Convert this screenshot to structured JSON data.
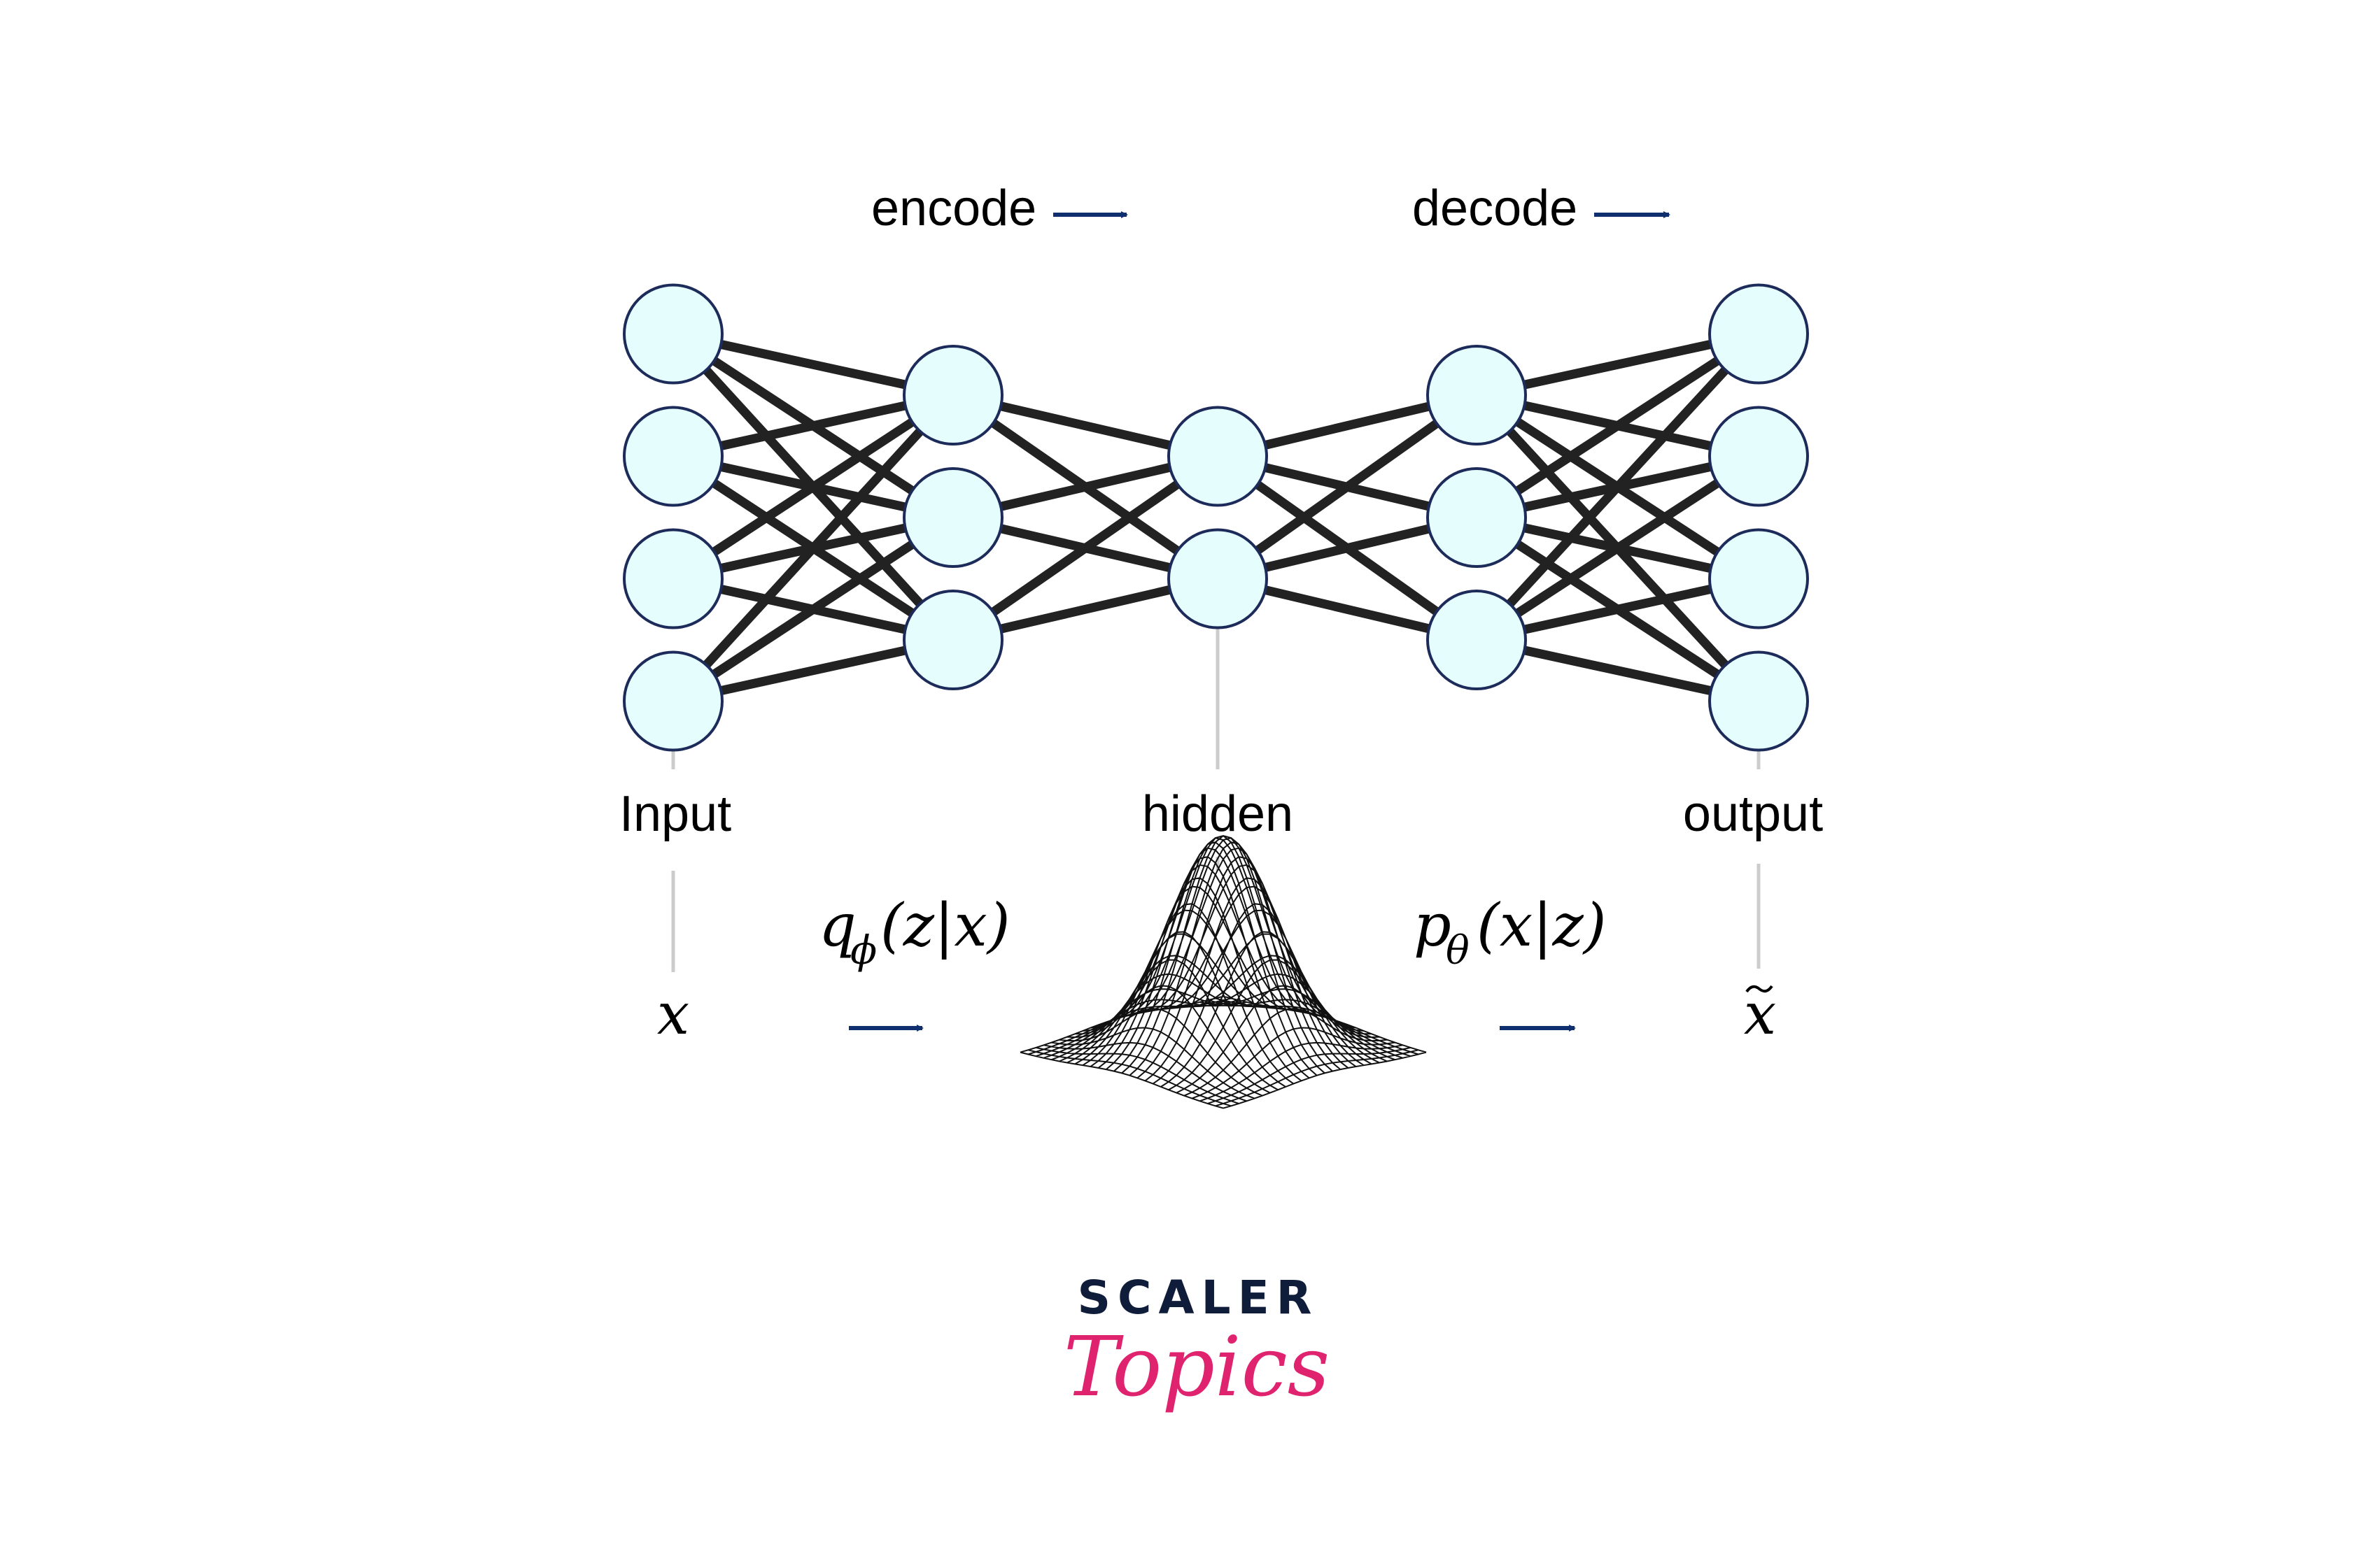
{
  "diagram": {
    "labels": {
      "encode": "encode",
      "decode": "decode",
      "input": "Input",
      "hidden": "hidden",
      "output": "output"
    },
    "math": {
      "x": "x",
      "x_tilde": "x",
      "encoder_dist": {
        "var": "q",
        "sub": "ϕ",
        "args": "(z|x)"
      },
      "decoder_dist": {
        "var": "p",
        "sub": "θ",
        "args": "(x|z)"
      }
    },
    "network": {
      "layer_sizes": [
        4,
        3,
        2,
        3,
        4
      ],
      "node_fill": "#e6fdfd",
      "node_stroke": "#1d2b5a",
      "edge_color": "#222222",
      "guide_color": "#cccccc",
      "arrow_color": "#0f2f6e"
    }
  },
  "logo": {
    "line1": "SCALER",
    "line2": "Topics",
    "line1_color": "#0f1d3a",
    "line2_color": "#e0236f"
  }
}
